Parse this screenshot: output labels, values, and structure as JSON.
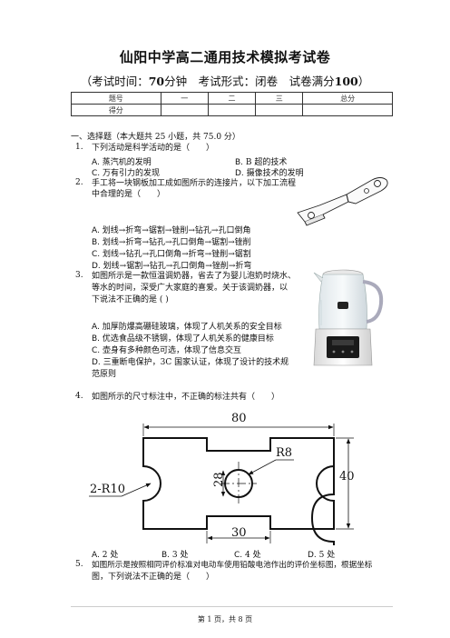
{
  "header": {
    "title": "仙阳中学高二通用技术模拟考试卷",
    "subtitle_prefix": "（考试时间：",
    "subtitle_time": "70",
    "subtitle_mid": "分钟　考试形式：闭卷　试卷满分",
    "subtitle_score": "100",
    "subtitle_suffix": "）"
  },
  "score_table": {
    "row1": [
      "题号",
      "一",
      "二",
      "三",
      "总分"
    ],
    "row2": [
      "得分",
      "",
      "",
      "",
      ""
    ]
  },
  "section1": {
    "heading": "一、选择题（本大题共 25 小题，共 75.0 分）"
  },
  "questions": [
    {
      "num": "1.",
      "stem": "下列活动是科学活动的是（　　）",
      "options": [
        {
          "k": "A.",
          "t": "蒸汽机的发明"
        },
        {
          "k": "B.",
          "t": "B 超的技术"
        },
        {
          "k": "C.",
          "t": "万有引力的发现"
        },
        {
          "k": "D.",
          "t": "摄像技术的发明"
        }
      ]
    },
    {
      "num": "2.",
      "stem1": "手工将一块钢板加工成如图所示的连接片，以下加工流程",
      "stem2": "中合理的是（　　）",
      "options": [
        {
          "k": "A.",
          "t": "划线→折弯→锯割→锉削→钻孔→孔口倒角"
        },
        {
          "k": "B.",
          "t": "划线→折弯→钻孔→孔口倒角→锯割→锉削"
        },
        {
          "k": "C.",
          "t": "划线→钻孔→孔口倒角→折弯→锉削→锯割"
        },
        {
          "k": "D.",
          "t": "划线→锯割→钻孔→孔口倒角→锉削→折弯"
        }
      ]
    },
    {
      "num": "3.",
      "stem1": "如图所示是一款恒温调奶器，省去了为婴儿泡奶时烧水、",
      "stem2": "等水的时间，深受广大家庭的喜爱。关于该调奶器，以",
      "stem3": "下说法不正确的是 ( )",
      "options": [
        {
          "k": "A.",
          "t": "加厚防爆高硼硅玻璃，体现了人机关系的安全目标"
        },
        {
          "k": "B.",
          "t": "优选食品级不锈钢，体现了人机关系的健康目标"
        },
        {
          "k": "C.",
          "t": "壶身有多种颜色可选，体现了信息交互"
        },
        {
          "k": "D.",
          "t": "三重断电保护，3C 国家认证，体现了设计的技术规"
        }
      ],
      "option_d_cont": "范原则"
    },
    {
      "num": "4.",
      "stem": "如图所示的尺寸标注中，不正确的标注共有（　　）",
      "dims": {
        "top": "80",
        "radius": "R8",
        "height": "28",
        "corner": "2-R10",
        "right": "40",
        "bottom": "30"
      },
      "options": [
        {
          "k": "A.",
          "t": "2 处"
        },
        {
          "k": "B.",
          "t": "3 处"
        },
        {
          "k": "C.",
          "t": "4 处"
        },
        {
          "k": "D.",
          "t": "5 处"
        }
      ]
    },
    {
      "num": "5.",
      "stem1": "如图所示是按照相同评价标准对电动车使用铅酸电池作出的评价坐标图，根据坐标",
      "stem2": "图，下列说法不正确的是（　　）"
    }
  ],
  "footer": {
    "text": "第 1 页，共 8 页"
  }
}
